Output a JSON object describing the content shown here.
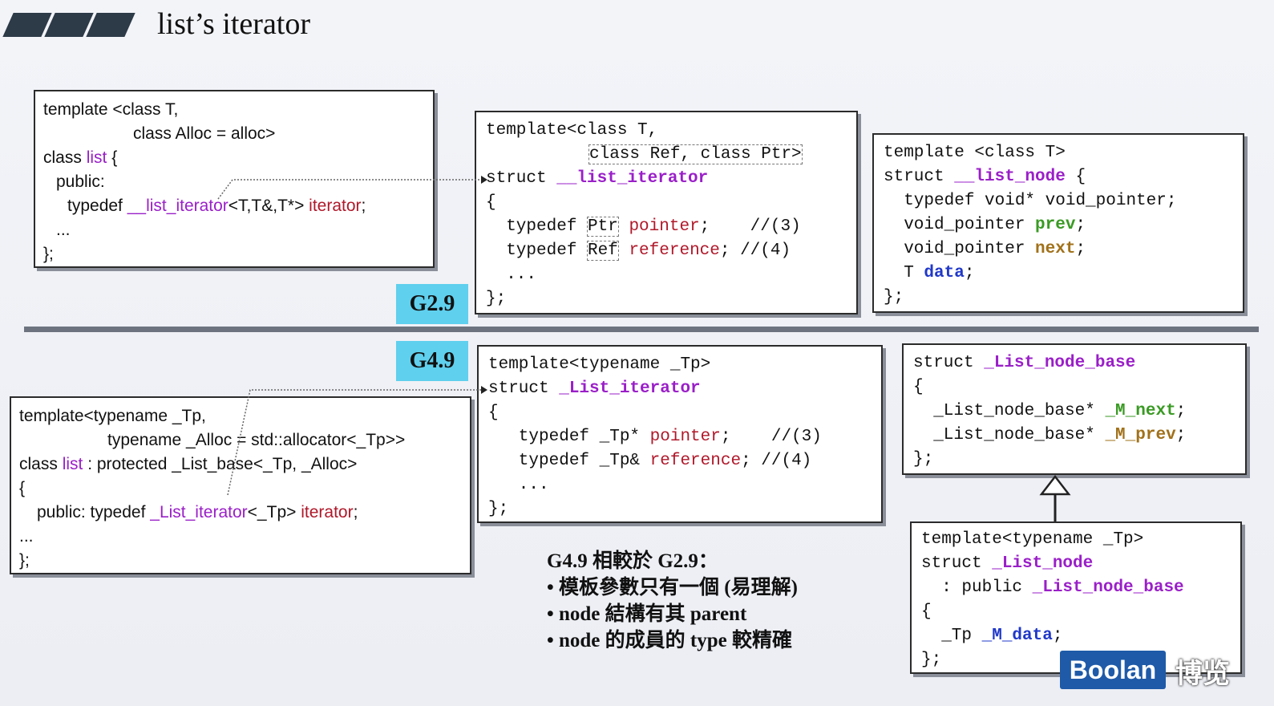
{
  "title": "list’s iterator",
  "versions": {
    "g29": "G2.9",
    "g49": "G4.9"
  },
  "g29_list": {
    "l1": "template <class T,",
    "l2": "class Alloc = alloc>",
    "l3a": "class ",
    "l3b": "list",
    "l3c": " {",
    "l4": "public:",
    "l5a": "typedef ",
    "l5b": "__list_iterator",
    "l5c": "<T,T&,T*> ",
    "l5d": "iterator",
    "l5e": ";",
    "l6": "...",
    "l7": "};"
  },
  "g29_iter": {
    "l1": "template<class T,",
    "l2": "class Ref, class Ptr>",
    "l3a": "struct ",
    "l3b": "__list_iterator",
    "l4": "{",
    "l5a": "  typedef ",
    "l5b": "Ptr",
    "l5c": " ",
    "l5d": "pointer",
    "l5e": ";    //(3)",
    "l6a": "  typedef ",
    "l6b": "Ref",
    "l6c": " ",
    "l6d": "reference",
    "l6e": "; //(4)",
    "l7": "  ...",
    "l8": "};"
  },
  "g29_node": {
    "l1": "template <class T>",
    "l2a": "struct ",
    "l2b": "__list_node",
    "l2c": " {",
    "l3": "  typedef void* void_pointer;",
    "l4a": "  void_pointer ",
    "l4b": "prev",
    "l4c": ";",
    "l5a": "  void_pointer ",
    "l5b": "next",
    "l5c": ";",
    "l6a": "  T ",
    "l6b": "data",
    "l6c": ";",
    "l7": "};"
  },
  "g49_list": {
    "l1": "template<typename _Tp,",
    "l2": "typename _Alloc = std::allocator<_Tp>>",
    "l3a": "class ",
    "l3b": "list",
    "l3c": " : protected _List_base<_Tp, _Alloc>",
    "l4": "{",
    "l5a": "public: typedef ",
    "l5b": "_List_iterator",
    "l5c": "<_Tp> ",
    "l5d": "iterator",
    "l5e": ";",
    "l6": "...",
    "l7": "};"
  },
  "g49_iter": {
    "l1": "template<typename _Tp>",
    "l2a": "struct ",
    "l2b": "_List_iterator",
    "l3": "{",
    "l4a": "   typedef _Tp* ",
    "l4b": "pointer",
    "l4c": ";    //(3)",
    "l5a": "   typedef _Tp& ",
    "l5b": "reference",
    "l5c": "; //(4)",
    "l6": "   ...",
    "l7": "};"
  },
  "g49_base": {
    "l1a": "struct ",
    "l1b": "_List_node_base",
    "l2": "{",
    "l3a": "  _List_node_base* ",
    "l3b": "_M_next",
    "l3c": ";",
    "l4a": "  _List_node_base* ",
    "l4b": "_M_prev",
    "l4c": ";",
    "l5": "};"
  },
  "g49_node": {
    "l1": "template<typename _Tp>",
    "l2a": "struct ",
    "l2b": "_List_node",
    "l3a": "  : public ",
    "l3b": "_List_node_base",
    "l4": "{",
    "l5a": "  _Tp ",
    "l5b": "_M_data",
    "l5c": ";",
    "l6": "};"
  },
  "notes": {
    "heading": "G4.9 相較於 G2.9：",
    "items": [
      "• 模板參數只有一個 (易理解)",
      "• node 結構有其 parent",
      "• node 的成員的 type 較精確"
    ]
  },
  "logo": {
    "brand": "Boolan",
    "cn": "博览"
  }
}
